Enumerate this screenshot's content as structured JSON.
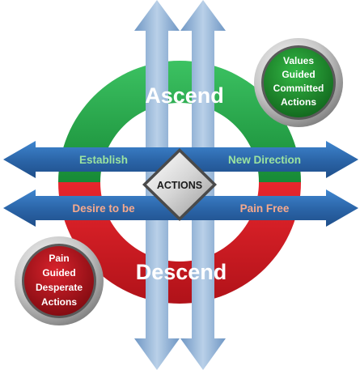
{
  "diagram": {
    "ascend": "Ascend",
    "descend": "Descend",
    "center": "ACTIONS",
    "upper_band": {
      "left": "Establish",
      "right": "New Direction"
    },
    "lower_band": {
      "left": "Desire to be",
      "right": "Pain Free"
    },
    "values_badge": {
      "line1": "Values",
      "line2": "Guided",
      "line3": "Committed",
      "line4": "Actions"
    },
    "pain_badge": {
      "line1": "Pain",
      "line2": "Guided",
      "line3": "Desperate",
      "line4": "Actions"
    }
  },
  "colors": {
    "ascend_green": "#22a548",
    "descend_red": "#d81b22",
    "band_blue": "#2f6fb3",
    "upper_text_green": "#9be3a0",
    "lower_text_salmon": "#f6a98c",
    "vertical_arrow_blue": "#8fb1d4",
    "values_badge_green": "#1f8a2c",
    "pain_badge_red": "#b3121c",
    "center_gray": "#d4d4d4"
  }
}
